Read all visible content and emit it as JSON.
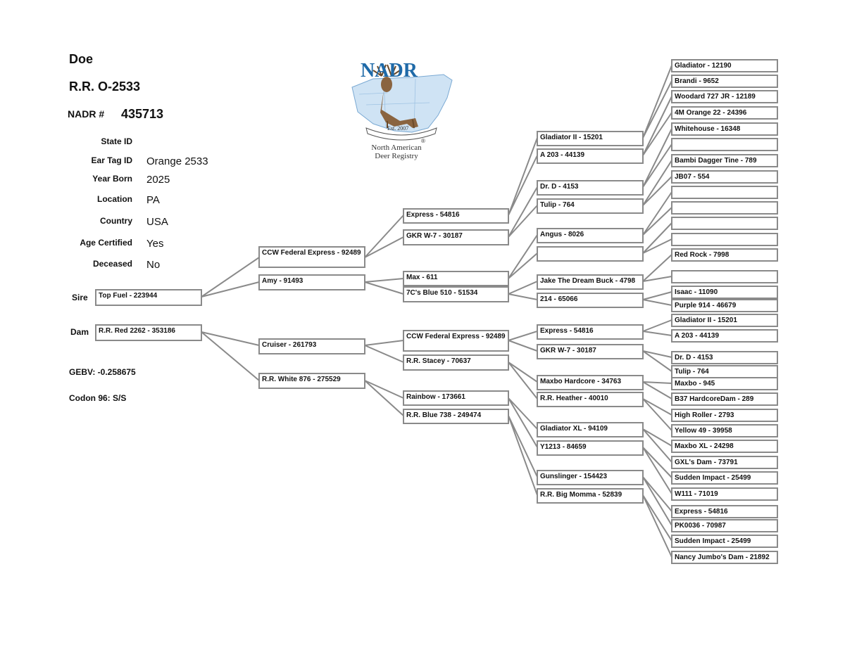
{
  "header": {
    "sex": "Doe",
    "name": "R.R. O-2533",
    "nadr_label": "NADR #",
    "nadr_number": "435713"
  },
  "logo": {
    "text": "NADR",
    "est": "Est. 2007",
    "line1": "North American",
    "line2": "Deer Registry",
    "reg": "®"
  },
  "fields": [
    {
      "label": "State ID",
      "value": ""
    },
    {
      "label": "Ear Tag ID",
      "value": "Orange 2533"
    },
    {
      "label": "Year Born",
      "value": "2025"
    },
    {
      "label": "Location",
      "value": "PA"
    },
    {
      "label": "Country",
      "value": "USA"
    },
    {
      "label": "Age Certified",
      "value": "Yes"
    },
    {
      "label": "Deceased",
      "value": "No"
    }
  ],
  "genetics": {
    "gebv": "GEBV: -0.258675",
    "codon": "Codon 96: S/S"
  },
  "side_labels": {
    "sire": "Sire",
    "dam": "Dam"
  },
  "pedigree": {
    "g1": [
      "Top Fuel - 223944",
      "R.R. Red 2262 - 353186"
    ],
    "g2": [
      "CCW Federal Express - 92489",
      "Amy - 91493",
      "Cruiser - 261793",
      "R.R. White 876 - 275529"
    ],
    "g3": [
      "Express - 54816",
      "GKR W-7 - 30187",
      "Max - 611",
      "7C's Blue 510 - 51534",
      "CCW Federal Express - 92489",
      "R.R. Stacey - 70637",
      "Rainbow - 173661",
      "R.R. Blue 738 - 249474"
    ],
    "g4": [
      "Gladiator II - 15201",
      "A 203 - 44139",
      "Dr. D - 4153",
      "Tulip - 764",
      "Angus - 8026",
      "",
      "Jake The Dream Buck - 4798",
      "214 - 65066",
      "Express - 54816",
      "GKR W-7 - 30187",
      "Maxbo Hardcore - 34763",
      "R.R. Heather - 40010",
      "Gladiator XL - 94109",
      "Y1213 - 84659",
      "Gunslinger - 154423",
      "R.R. Big Momma - 52839"
    ],
    "g5": [
      "Gladiator - 12190",
      "Brandi - 9652",
      "Woodard 727 JR - 12189",
      "4M Orange 22 - 24396",
      "Whitehouse - 16348",
      "",
      "Bambi Dagger Tine - 789",
      "JB07 - 554",
      "",
      "",
      "",
      "",
      "Red Rock - 7998",
      "",
      "Isaac - 11090",
      "Purple 914 - 46679",
      "Gladiator II - 15201",
      "A 203 - 44139",
      "Dr. D - 4153",
      "Tulip - 764",
      "Maxbo - 945",
      "B37 HardcoreDam  - 289",
      "High Roller - 2793",
      "Yellow 49 - 39958",
      "Maxbo XL - 24298",
      "GXL's Dam - 73791",
      "Sudden Impact - 25499",
      "W111 - 71019",
      "Express - 54816",
      "PK0036 - 70987",
      "Sudden Impact - 25499",
      "Nancy Jumbo's Dam - 21892"
    ]
  }
}
